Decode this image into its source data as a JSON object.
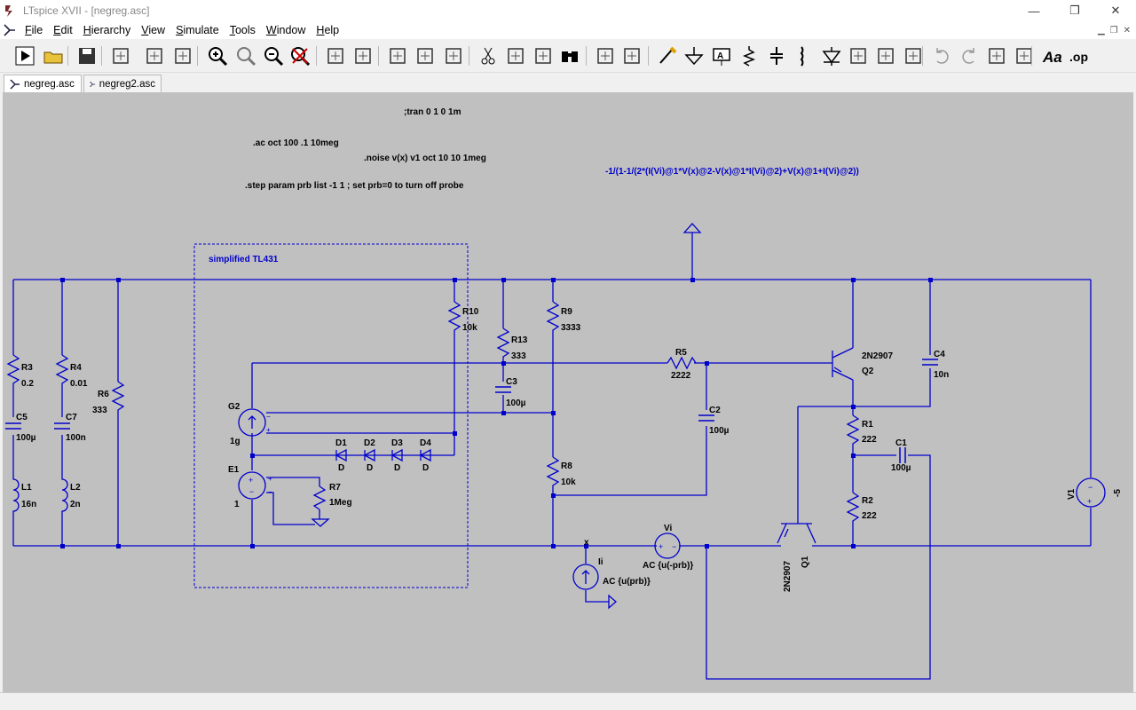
{
  "window": {
    "title": "LTspice XVII - [negreg.asc]"
  },
  "menu": [
    {
      "label": "File",
      "key": "F",
      "rest": "ile"
    },
    {
      "label": "Edit",
      "key": "E",
      "rest": "dit"
    },
    {
      "label": "Hierarchy",
      "key": "H",
      "rest": "ierarchy"
    },
    {
      "label": "View",
      "key": "V",
      "rest": "iew"
    },
    {
      "label": "Simulate",
      "key": "S",
      "rest": "imulate"
    },
    {
      "label": "Tools",
      "key": "T",
      "rest": "ools"
    },
    {
      "label": "Window",
      "key": "W",
      "rest": "indow"
    },
    {
      "label": "Help",
      "key": "H",
      "rest": "elp"
    }
  ],
  "toolbar": {
    "icons": [
      "run-icon",
      "open-icon",
      "save-icon",
      "control-panel-icon",
      "halt-icon",
      "pan-icon",
      "zoom-in-icon",
      "zoom-full-icon",
      "zoom-out-icon",
      "zoom-cancel-icon",
      "waveform-icon",
      "3d-plot-icon",
      "tile-horizontal-icon",
      "cascade-icon",
      "tile-vertical-icon",
      "cut-icon",
      "copy-icon",
      "paste-icon",
      "find-icon",
      "print-icon",
      "print-setup-icon",
      "wire-icon",
      "ground-icon",
      "label-icon",
      "resistor-icon",
      "capacitor-icon",
      "inductor-icon",
      "diode-icon",
      "component-icon",
      "move-icon",
      "drag-icon",
      "undo-icon",
      "redo-icon",
      "rotate-icon",
      "mirror-icon",
      "text-icon",
      "spice-directive-icon"
    ]
  },
  "tabs": [
    {
      "label": "negreg.asc",
      "active": true
    },
    {
      "label": "negreg2.asc",
      "active": false
    }
  ],
  "schematic": {
    "directives": {
      "tran": ";tran 0 1 0 1m",
      "ac": ".ac oct 100 .1 10meg",
      "noise": ".noise v(x) v1 oct 10 10 1meg",
      "step": ".step param prb list -1 1 ; set prb=0 to turn off probe",
      "measure": "-1/(1-1/(2*(I(Vi)@1*V(x)@2-V(x)@1*I(Vi)@2)+V(x)@1+I(Vi)@2))"
    },
    "box_label": "simplified TL431",
    "components": {
      "R3": {
        "name": "R3",
        "value": "0.2"
      },
      "R4": {
        "name": "R4",
        "value": "0.01"
      },
      "R6": {
        "name": "R6",
        "value": "333"
      },
      "C5": {
        "name": "C5",
        "value": "100µ"
      },
      "C7": {
        "name": "C7",
        "value": "100n"
      },
      "L1": {
        "name": "L1",
        "value": "16n"
      },
      "L2": {
        "name": "L2",
        "value": "2n"
      },
      "R10": {
        "name": "R10",
        "value": "10k"
      },
      "R13": {
        "name": "R13",
        "value": "333"
      },
      "C3": {
        "name": "C3",
        "value": "100µ"
      },
      "R9": {
        "name": "R9",
        "value": "3333"
      },
      "R8": {
        "name": "R8",
        "value": "10k"
      },
      "R5": {
        "name": "R5",
        "value": "2222"
      },
      "C2": {
        "name": "C2",
        "value": "100µ"
      },
      "G2": {
        "name": "G2",
        "value": "1g"
      },
      "E1": {
        "name": "E1",
        "value": "1"
      },
      "R7": {
        "name": "R7",
        "value": "1Meg"
      },
      "D1": {
        "name": "D1",
        "value": "D"
      },
      "D2": {
        "name": "D2",
        "value": "D"
      },
      "D3": {
        "name": "D3",
        "value": "D"
      },
      "D4": {
        "name": "D4",
        "value": "D"
      },
      "Q2": {
        "name": "Q2",
        "value": "2N2907"
      },
      "Q1": {
        "name": "Q1",
        "value": "2N2907"
      },
      "C4": {
        "name": "C4",
        "value": "10n"
      },
      "R1": {
        "name": "R1",
        "value": "222"
      },
      "R2": {
        "name": "R2",
        "value": "222"
      },
      "C1": {
        "name": "C1",
        "value": "100µ"
      },
      "V1": {
        "name": "V1",
        "value": "-5"
      },
      "Vi": {
        "name": "Vi",
        "value": "AC {u(-prb)}"
      },
      "Ii": {
        "name": "Ii",
        "value": "AC {u(prb)}"
      }
    },
    "net_labels": {
      "x": "x"
    },
    "colors": {
      "wire": "#0000cc",
      "text": "#000000",
      "background": "#c0c0c0",
      "directive_value": "#0000cc"
    }
  }
}
